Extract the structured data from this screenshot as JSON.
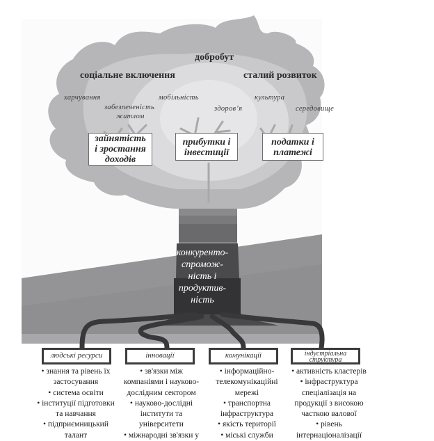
{
  "diagram": {
    "title_top": "добробут",
    "crown_left": "соціальне включення",
    "crown_right": "сталий розвиток",
    "branch_labels": [
      "харчування",
      "забезпеченість житлом",
      "мобільність",
      "здоров’я",
      "культура",
      "середовище"
    ],
    "branch_label_lines": {
      "zabezpechenist_line1": "забезпеченість",
      "zabezpechenist_line2": "житлом"
    },
    "crown_boxes": [
      {
        "lines": [
          "зайнятість",
          "і зростання",
          "доходів"
        ]
      },
      {
        "lines": [
          "прибутки і",
          "інвестиції"
        ]
      },
      {
        "lines": [
          "податки і",
          "платежі"
        ]
      }
    ],
    "trunk_lines": [
      "конкуренто-",
      "спромож-",
      "ність і",
      "продуктив-",
      "ність"
    ],
    "roots": [
      {
        "label_lines": [
          "людські ресурси"
        ],
        "items": [
          "• знання та рівень їх",
          "застосування",
          "• система освіти",
          "• інституції підготовки",
          "та навчання",
          "• підприємницький",
          "талант"
        ]
      },
      {
        "label_lines": [
          "інновації"
        ],
        "items": [
          "• зв'язки між",
          "компаніями і науково-",
          "дослідним сектором",
          "• науково-дослідні",
          "інститути та",
          "університети",
          "• міжнародні зв'язки у"
        ]
      },
      {
        "label_lines": [
          "комунікації"
        ],
        "items": [
          "• інформаційно-",
          "телекомунікаційні",
          "мережі",
          "• транспортна",
          "інфраструктура",
          "• якість території",
          "• міські служби"
        ]
      },
      {
        "label_lines": [
          "індустріальна",
          "структура"
        ],
        "items": [
          "• активність кластерів",
          "• інфраструктура",
          "спеціалізація на",
          "продукції з високою",
          "часткою валової",
          "• рівень",
          "інтернаціоналізації"
        ]
      }
    ],
    "colors": {
      "crown_outer": "#b4b4b6",
      "crown_inner": "#c8c8ca",
      "crown_center": "#dedee0",
      "ground": "#8e8e90",
      "trunk_dark": "#3a3a3c",
      "roots": "#3a3a3c"
    }
  }
}
